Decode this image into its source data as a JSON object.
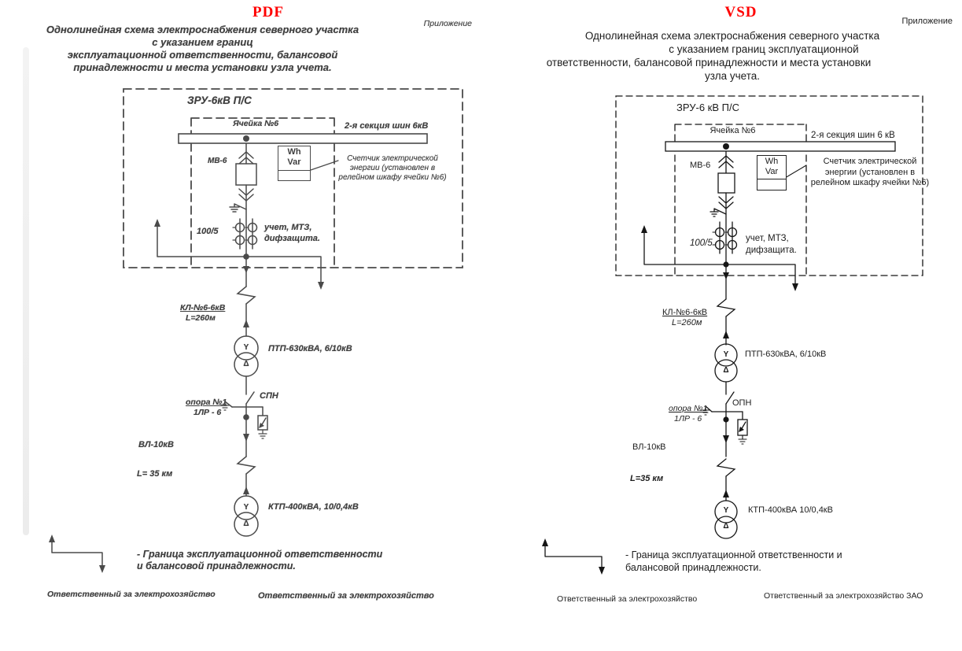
{
  "colors": {
    "header_red": "#ff0000",
    "scan_ink": "#3f3f3f",
    "clean_ink": "#1c1c1c"
  },
  "pdf": {
    "format_label": "PDF",
    "annex_label": "Приложение",
    "title_lines": [
      "Однолинейная схема электроснабжения северного участка",
      "с указанием границ",
      "эксплуатационной ответственности, балансовой",
      "принадлежности и места установки узла учета."
    ],
    "labels": {
      "substation": "ЗРУ-6кВ П/С",
      "cell": "Ячейка №6",
      "bus_section": "2-я секция шин 6кВ",
      "breaker": "МВ-6",
      "meter_wh": "Wh",
      "meter_var": "Var",
      "meter_note_lines": [
        "Счетчик электрической",
        "энергии (установлен в",
        "релейном шкафу ячейки №6)"
      ],
      "ct_ratio": "100/5",
      "protection_lines": [
        "учет, МТЗ,",
        "дифзащита."
      ],
      "cable_name": "КЛ-№6-6кВ",
      "cable_length": "L=260м",
      "transformer1": "ПТП-630кВА, 6/10кВ",
      "star": "Y",
      "delta": "Δ",
      "pole": "опора №1",
      "pole_switch": "1ЛР - 6",
      "arrester": "СПН",
      "line_name": "ВЛ-10кВ",
      "line_length": "L= 35 км",
      "transformer2": "КТП-400кВА, 10/0,4кВ",
      "legend_lines": [
        "- Граница эксплуатационной ответственности",
        "и балансовой принадлежности."
      ],
      "signature_left": "Ответственный за электрохозяйство",
      "signature_right": "Ответственный за электрохозяйство"
    }
  },
  "vsd": {
    "format_label": "VSD",
    "annex_label": "Приложение",
    "title_lines": [
      "Однолинейная схема электроснабжения северного участка",
      "с указанием границ эксплуатационной",
      "ответственности, балансовой принадлежности и места установки",
      "узла учета."
    ],
    "labels": {
      "substation": "ЗРУ-6 кВ П/С",
      "cell": "Ячейка №6",
      "bus_section": "2-я секция шин 6 кВ",
      "breaker": "МВ-6",
      "meter_wh": "Wh",
      "meter_var": "Var",
      "meter_note_lines": [
        "Счетчик электрической",
        "энергии (установлен в",
        "релейном шкафу ячейки №6)"
      ],
      "ct_ratio": "100/5",
      "protection_lines": [
        "учет, МТЗ,",
        "дифзащита."
      ],
      "cable_name": "КЛ-№6-6кВ",
      "cable_length": "L=260м",
      "transformer1": "ПТП-630кВА, 6/10кВ",
      "star": "Y",
      "delta": "Δ",
      "pole": "опора №1",
      "pole_switch": "1ЛР - 6",
      "arrester": "ОПН",
      "line_name": "ВЛ-10кВ",
      "line_length": "L=35 км",
      "transformer2": "КТП-400кВА 10/0,4кВ",
      "legend_lines": [
        "- Граница эксплуатационной ответственности и",
        "балансовой принадлежности."
      ],
      "signature_left": "Ответственный за электрохозяйство",
      "signature_right": "Ответственный за электрохозяйство ЗАО"
    }
  }
}
